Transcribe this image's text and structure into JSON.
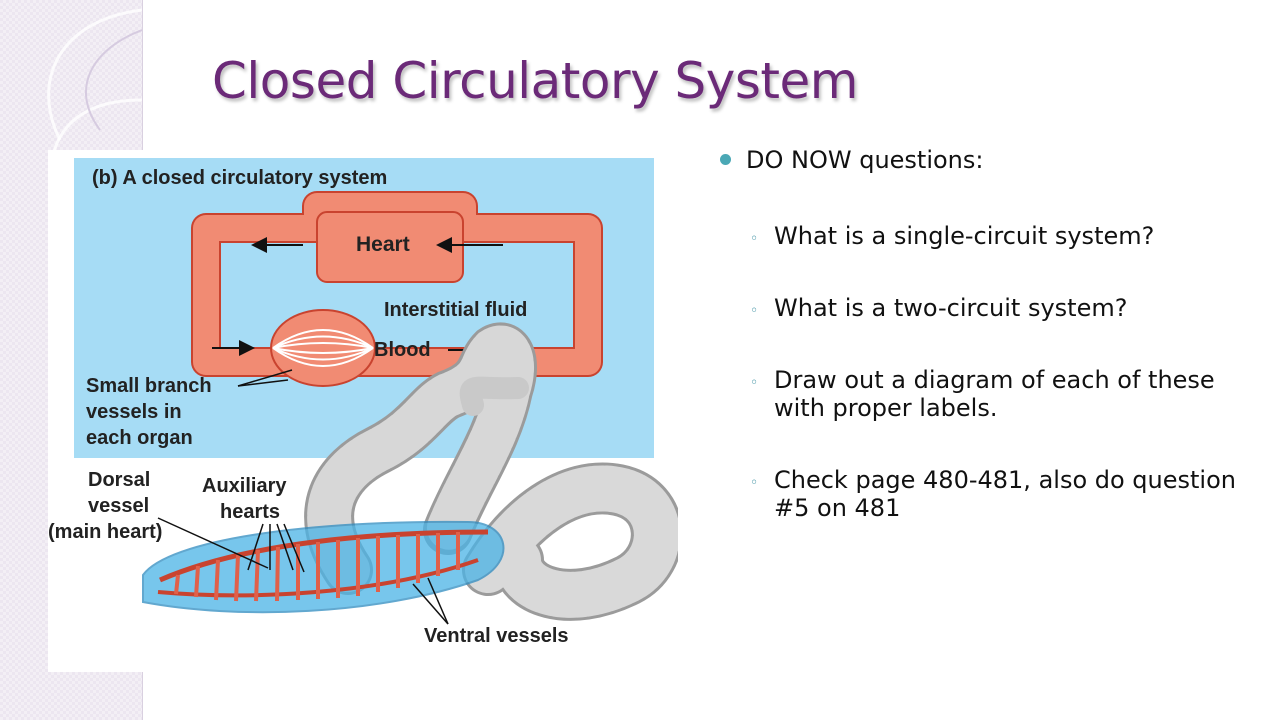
{
  "slide": {
    "title": "Closed Circulatory System",
    "main_bullet": "DO NOW questions:",
    "sub_bullets": [
      "What is a single-circuit system?",
      "What is a two-circuit system?",
      "Draw out a diagram of each of these with proper labels.",
      "Check page 480-481, also do question #5 on 481"
    ]
  },
  "figure": {
    "caption": "(b) A closed circulatory system",
    "heart_label": "Heart",
    "interstitial_label": "Interstitial fluid",
    "blood_label": "Blood",
    "small_branch_lines": [
      "Small branch",
      "vessels in",
      "each organ"
    ],
    "dorsal_lines": [
      "Dorsal",
      "vessel",
      "(main heart)"
    ],
    "auxiliary_lines": [
      "Auxiliary",
      "hearts"
    ],
    "ventral_label": "Ventral vessels"
  },
  "colors": {
    "title": "#6b2a78",
    "panel_blue": "#a6dcf5",
    "vessel": "#f18b73",
    "vessel_dark": "#c9432f",
    "bullet": "#4aa8b5"
  }
}
